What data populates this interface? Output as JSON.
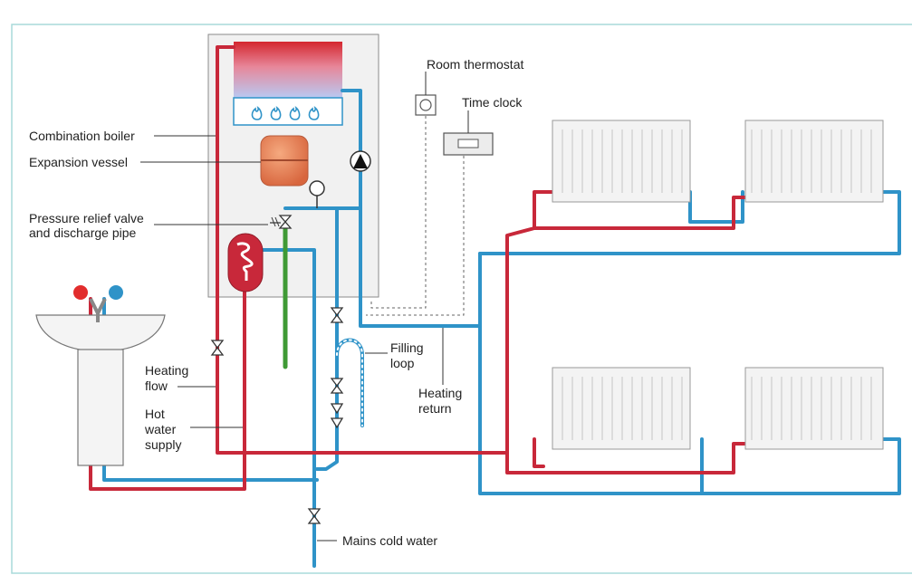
{
  "labels": {
    "combination_boiler": "Combination boiler",
    "expansion_vessel": "Expansion vessel",
    "pressure_relief_1": "Pressure relief valve",
    "pressure_relief_2": "and discharge pipe",
    "heating_flow_1": "Heating",
    "heating_flow_2": "flow",
    "hot_water_1": "Hot",
    "hot_water_2": "water",
    "hot_water_3": "supply",
    "filling_loop_1": "Filling",
    "filling_loop_2": "loop",
    "heating_return_1": "Heating",
    "heating_return_2": "return",
    "room_thermostat": "Room thermostat",
    "time_clock": "Time clock",
    "mains_cold_water": "Mains cold water"
  },
  "colors": {
    "hot": "#c8283a",
    "cold": "#2f93c8",
    "discharge": "#3f9a35",
    "vessel": "#e8825c",
    "frame": "#a8dada",
    "boiler_casing": "#f1f1f1",
    "radiator": "#f3f3f3"
  },
  "icons": [
    "flame-icon",
    "pump-icon",
    "valve-icon",
    "pressure-gauge-icon",
    "tap-icon",
    "radiator-icon"
  ]
}
